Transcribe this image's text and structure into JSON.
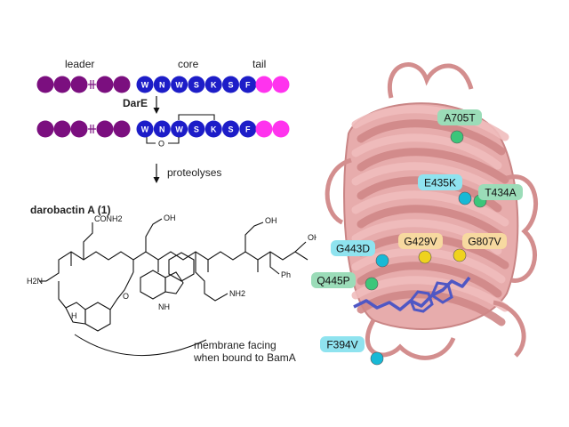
{
  "peptide": {
    "leader_label": "leader",
    "core_label": "core",
    "tail_label": "tail",
    "core_residues": [
      "W",
      "N",
      "W",
      "S",
      "K",
      "S",
      "F"
    ],
    "enzyme_label": "DarE",
    "crosslink_label": "O"
  },
  "proteolyses_label": "proteolyses",
  "compound": {
    "name": "darobactin A",
    "number": "1",
    "groups": [
      "CONH2",
      "OH",
      "OH",
      "OH",
      "H2N",
      "NH2",
      "NH",
      "H",
      "O",
      "Ph"
    ],
    "annotation_lines": [
      "membrane facing",
      "when bound to BamA"
    ]
  },
  "structure": {
    "mutations": [
      {
        "label": "A705T",
        "kind": "green"
      },
      {
        "label": "E435K",
        "kind": "cyan"
      },
      {
        "label": "T434A",
        "kind": "green"
      },
      {
        "label": "G443D",
        "kind": "cyan"
      },
      {
        "label": "G429V",
        "kind": "yellow"
      },
      {
        "label": "G807V",
        "kind": "yellow"
      },
      {
        "label": "Q445P",
        "kind": "green"
      },
      {
        "label": "F394V",
        "kind": "cyan"
      }
    ]
  },
  "colors": {
    "leader": "#7b0f7f",
    "core": "#1d1dc8",
    "tail": "#ff33ee",
    "protein": "#e4a3a3",
    "protein_dark": "#c77b7b",
    "ligand": "#4f57c4",
    "label_green": "#9bdcb8",
    "label_cyan": "#8fe3ef",
    "label_yellow": "#f7d9a0",
    "sphere_green": "#3cc67a",
    "sphere_cyan": "#18b9d6",
    "sphere_yellow": "#efd21e"
  }
}
